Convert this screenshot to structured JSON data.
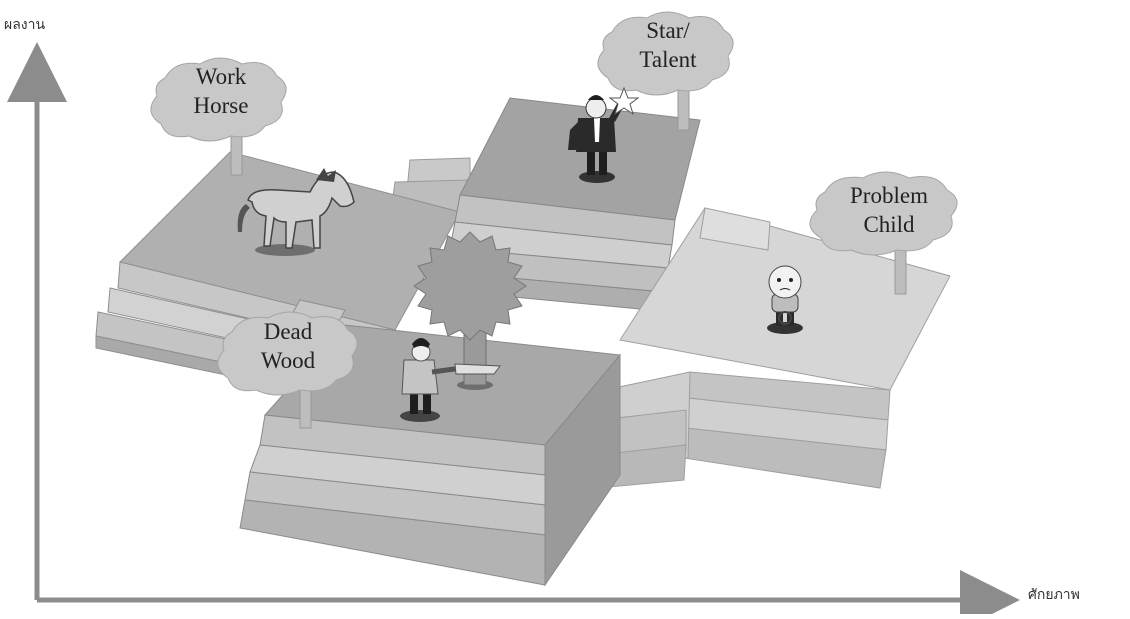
{
  "axes": {
    "y_label": "ผลงาน",
    "x_label": "ศักยภาพ"
  },
  "quadrants": [
    {
      "id": "work-horse",
      "lines": [
        "Work",
        "Horse"
      ],
      "figure": "horse"
    },
    {
      "id": "star-talent",
      "lines": [
        "Star/",
        "Talent"
      ],
      "figure": "businessman-with-star"
    },
    {
      "id": "problem-child",
      "lines": [
        "Problem",
        "Child"
      ],
      "figure": "child"
    },
    {
      "id": "dead-wood",
      "lines": [
        "Dead",
        "Wood"
      ],
      "figure": "person-with-saw-and-tree"
    }
  ],
  "colors": {
    "axis": "#8c8c8c",
    "platform_top": "#b5b5b5",
    "platform_light_top": "#d8d8d8",
    "cloud": "#c8c8c8"
  }
}
